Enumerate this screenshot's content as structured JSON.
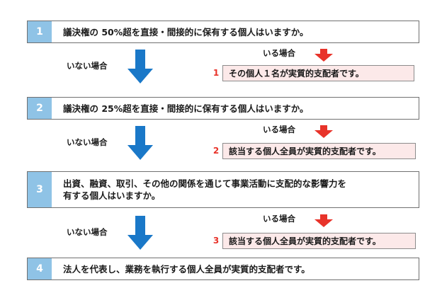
{
  "colors": {
    "number_box": "#8fc3e6",
    "down_arrow": "#1a78c8",
    "red_arrow": "#e8332a",
    "red_number": "#e8332a",
    "result_bg": "#fce9e9"
  },
  "steps": [
    {
      "number": "1",
      "text": "議決権の 50%超を直接・間接的に保有する個人はいますか。"
    },
    {
      "number": "2",
      "text": "議決権の 25%超を直接・間接的に保有する個人はいますか。"
    },
    {
      "number": "3",
      "text": "出資、融資、取引、その他の関係を通じて事業活動に支配的な影響力を\n有する個人はいますか。"
    },
    {
      "number": "4",
      "text": "法人を代表し、業務を執行する個人全員が実質的支配者です。"
    }
  ],
  "branches": [
    {
      "no_label": "いない場合",
      "yes_label": "いる場合",
      "result_number": "1",
      "result_text": "その個人１名が実質的支配者です。"
    },
    {
      "no_label": "いない場合",
      "yes_label": "いる場合",
      "result_number": "2",
      "result_text": "該当する個人全員が実質的支配者です。"
    },
    {
      "no_label": "いない場合",
      "yes_label": "いる場合",
      "result_number": "3",
      "result_text": "該当する個人全員が実質的支配者です。"
    }
  ]
}
